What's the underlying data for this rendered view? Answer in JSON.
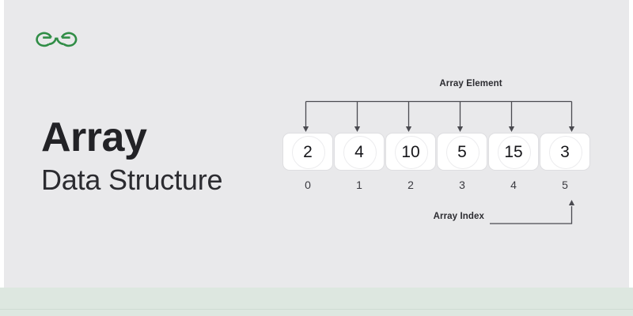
{
  "page": {
    "background_color": "#e9e9eb",
    "bottom_band_color": "#dde7e0"
  },
  "brand": {
    "logo_name": "geeksforgeeks-logo",
    "logo_color": "#308d46"
  },
  "headline": {
    "title": "Array",
    "subtitle": "Data Structure"
  },
  "diagram": {
    "element_label": "Array Element",
    "index_label": "Array Index",
    "cells": [
      {
        "value": "2",
        "index": "0"
      },
      {
        "value": "4",
        "index": "1"
      },
      {
        "value": "10",
        "index": "2"
      },
      {
        "value": "5",
        "index": "3"
      },
      {
        "value": "15",
        "index": "4"
      },
      {
        "value": "3",
        "index": "5"
      }
    ],
    "line_color": "#4a4a50"
  }
}
